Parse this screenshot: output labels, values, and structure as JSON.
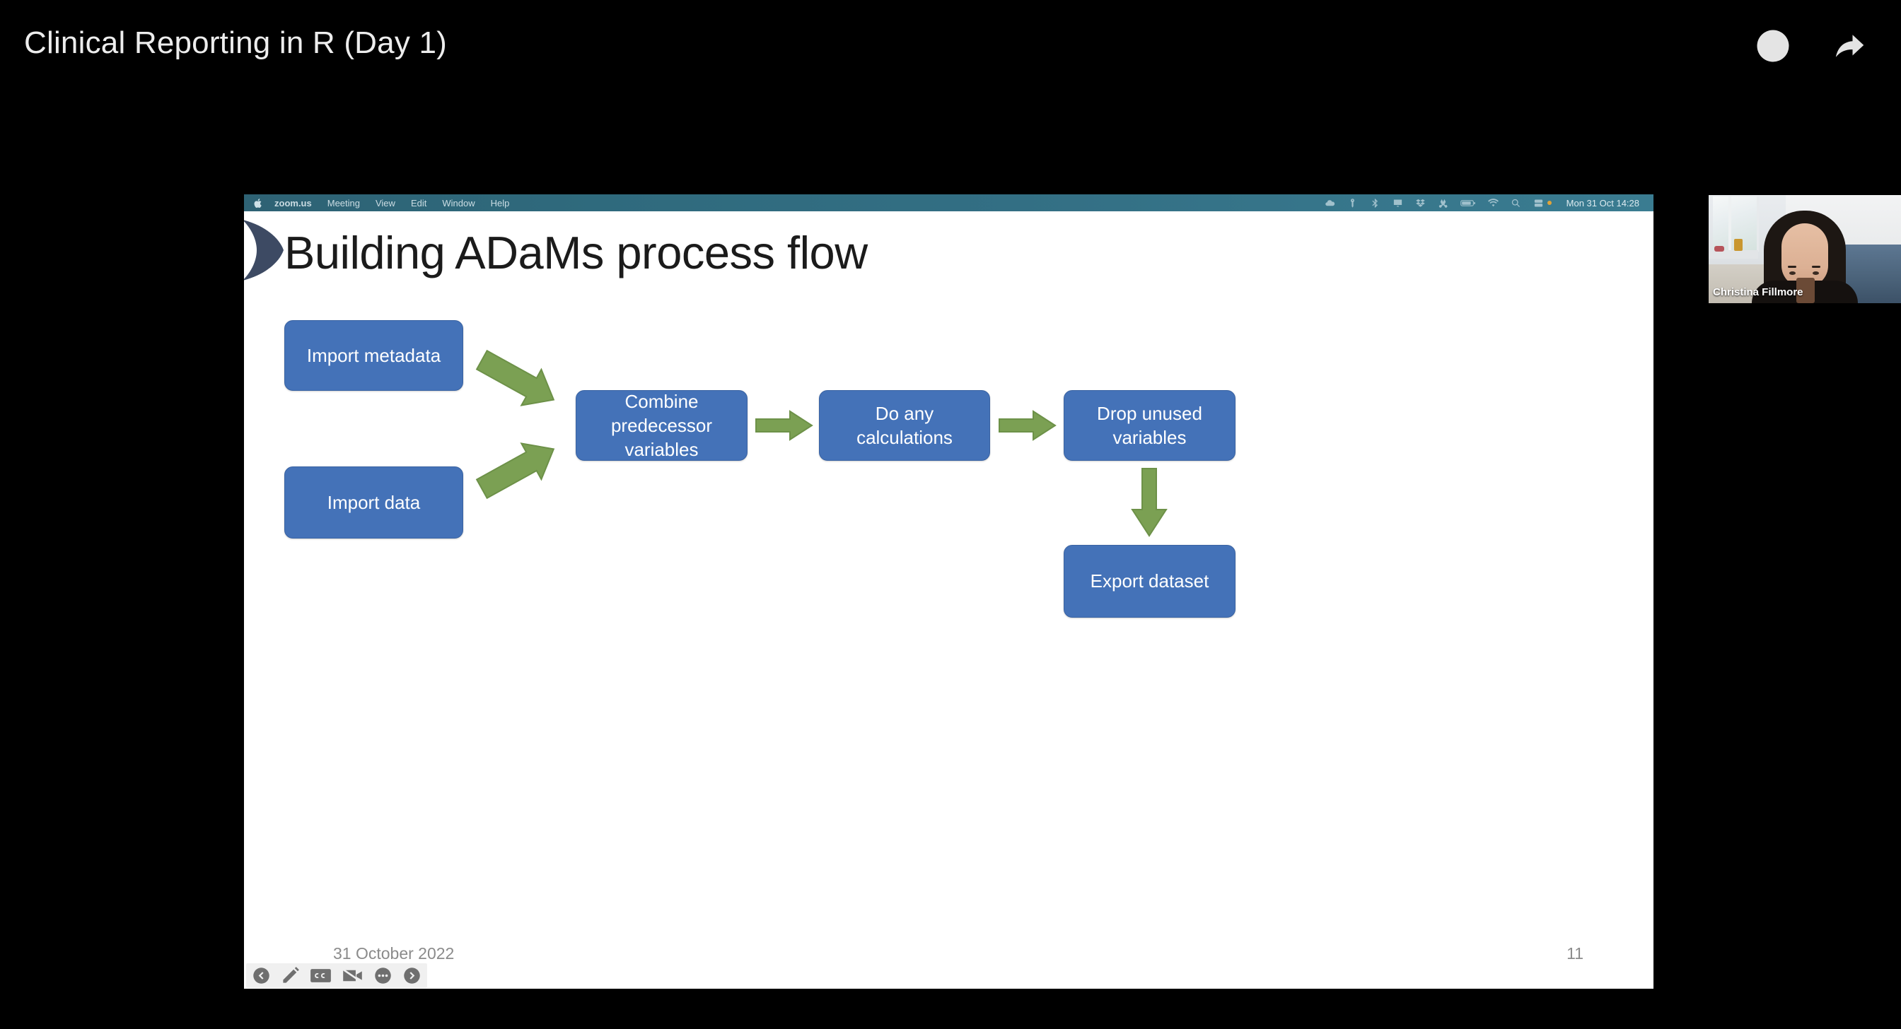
{
  "player": {
    "title": "Clinical Reporting in R (Day 1)",
    "icons": [
      {
        "name": "clock-icon",
        "label": "Watch later"
      },
      {
        "name": "share-icon",
        "label": "Share"
      }
    ]
  },
  "shared_screen": {
    "mac_menubar": {
      "apple_icon": "apple-icon",
      "items": [
        "zoom.us",
        "Meeting",
        "View",
        "Edit",
        "Window",
        "Help"
      ],
      "status_icons": [
        "cloud-icon",
        "key-icon",
        "bluetooth-icon",
        "display-icon",
        "dropbox-icon",
        "scissors-icon",
        "battery-icon",
        "wifi-icon",
        "search-icon",
        "control-center-icon"
      ],
      "clock": "Mon 31 Oct  14:28"
    },
    "slide": {
      "title": "Building ADaMs process flow",
      "date": "31 October 2022",
      "number": "11",
      "colors": {
        "box_fill": "#4472b8",
        "box_border": "#3a63a2",
        "box_text": "#ffffff",
        "arrow_fill": "#7ba053",
        "arrow_stroke": "#6d9148",
        "footer_text": "#8b8b8b",
        "title_text": "#1b1b1b",
        "triangle": "#3d4a63"
      },
      "boxes": [
        {
          "id": "import-metadata",
          "label": "Import metadata"
        },
        {
          "id": "import-data",
          "label": "Import data"
        },
        {
          "id": "combine",
          "label": "Combine\npredecessor\nvariables"
        },
        {
          "id": "calculations",
          "label": "Do any\ncalculations"
        },
        {
          "id": "drop",
          "label": "Drop unused\nvariables"
        },
        {
          "id": "export",
          "label": "Export dataset"
        }
      ],
      "arrows": [
        {
          "id": "meta-to-combine",
          "from": "import-metadata",
          "to": "combine",
          "direction": "down-right"
        },
        {
          "id": "data-to-combine",
          "from": "import-data",
          "to": "combine",
          "direction": "up-right"
        },
        {
          "id": "combine-to-calc",
          "from": "combine",
          "to": "calculations",
          "direction": "right"
        },
        {
          "id": "calc-to-drop",
          "from": "calculations",
          "to": "drop",
          "direction": "right"
        },
        {
          "id": "drop-to-export",
          "from": "drop",
          "to": "export",
          "direction": "down"
        }
      ]
    },
    "presenter_toolbar": [
      "previous-slide-icon",
      "pen-icon",
      "closed-captions-icon",
      "camera-off-icon",
      "more-options-icon",
      "next-slide-icon"
    ]
  },
  "webcam": {
    "participant_name": "Christina Fillmore"
  }
}
